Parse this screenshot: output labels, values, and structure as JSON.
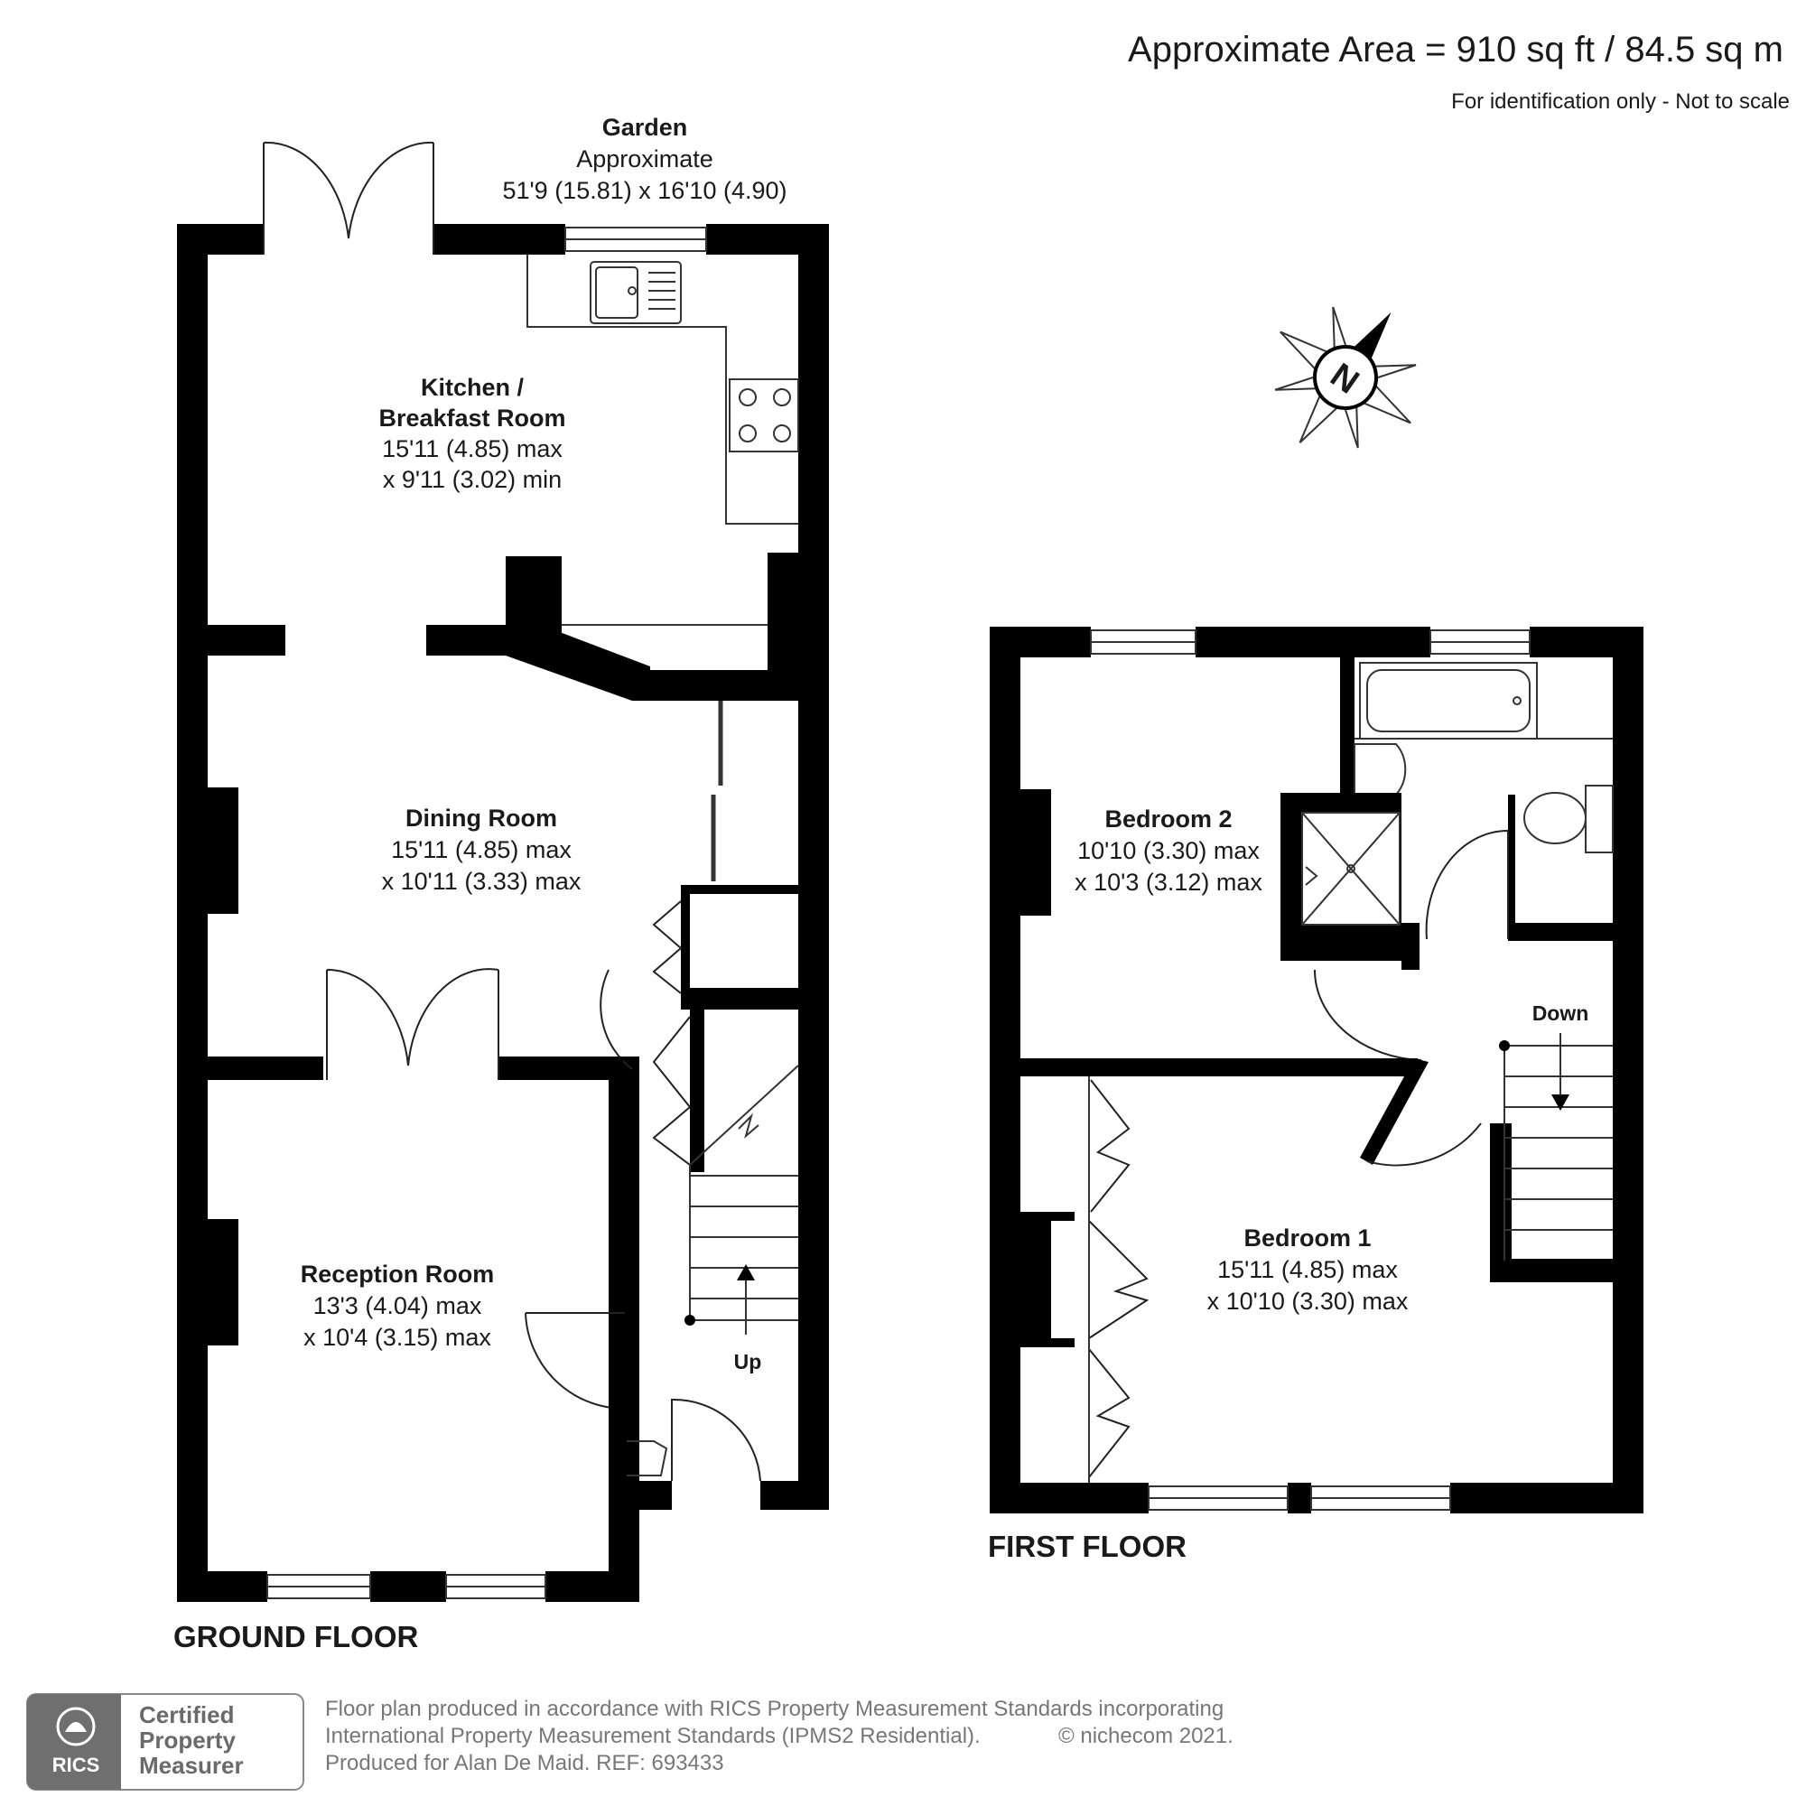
{
  "header": {
    "area": "Approximate Area = 910 sq ft / 84.5 sq m",
    "note": "For identification only - Not to scale"
  },
  "garden": {
    "name": "Garden",
    "line1": "Approximate",
    "line2": "51'9 (15.81) x 16'10 (4.90)"
  },
  "rooms": {
    "kitchen": {
      "name1": "Kitchen /",
      "name2": "Breakfast Room",
      "dim1": "15'11 (4.85) max",
      "dim2": "x 9'11 (3.02) min"
    },
    "dining": {
      "name": "Dining Room",
      "dim1": "15'11 (4.85) max",
      "dim2": "x 10'11 (3.33) max"
    },
    "reception": {
      "name": "Reception Room",
      "dim1": "13'3 (4.04) max",
      "dim2": "x 10'4 (3.15) max"
    },
    "bedroom2": {
      "name": "Bedroom 2",
      "dim1": "10'10 (3.30) max",
      "dim2": "x 10'3 (3.12) max"
    },
    "bedroom1": {
      "name": "Bedroom 1",
      "dim1": "15'11 (4.85) max",
      "dim2": "x 10'10 (3.30) max"
    }
  },
  "stairs": {
    "up": "Up",
    "down": "Down"
  },
  "floors": {
    "ground": "GROUND FLOOR",
    "first": "FIRST FLOOR"
  },
  "compass": {
    "letter": "N"
  },
  "footer": {
    "line1": "Floor plan produced in accordance with RICS Property Measurement Standards incorporating",
    "line2": "International Property Measurement Standards (IPMS2 Residential).",
    "copyright": "© nichecom 2021.",
    "line3": "Produced for Alan De Maid.   REF: 693433"
  },
  "badge": {
    "logo_text": "RICS",
    "line1": "Certified",
    "line2": "Property",
    "line3": "Measurer"
  }
}
